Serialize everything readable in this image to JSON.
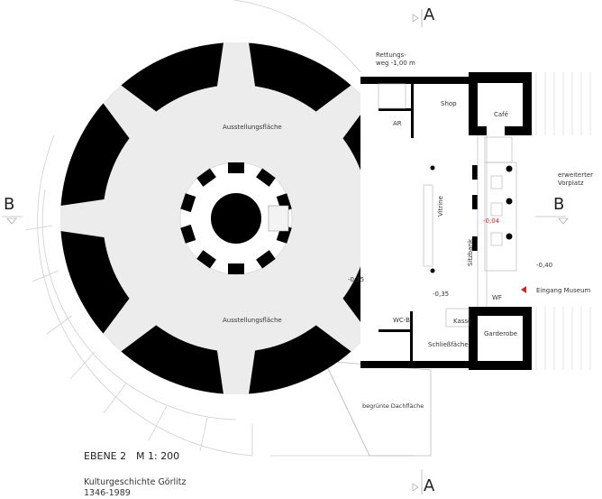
{
  "section_marks": {
    "a_top": "A",
    "a_bottom": "A",
    "b_left": "B",
    "b_right": "B"
  },
  "rooms": {
    "exhibition_top": "Ausstellungsfläche",
    "exhibition_bottom": "Ausstellungsfläche",
    "escape_route_1": "Rettungs-",
    "escape_route_2": "weg  -1,00 m",
    "shop": "Shop",
    "ar": "AR",
    "cafe": "Café",
    "forecourt_1": "erweiterter",
    "forecourt_2": "Vorplatz",
    "vitrine": "Vitrine",
    "bench": "Sitzbank",
    "wc": "WC-B",
    "cashier": "Kasse",
    "cloakroom": "Garderobe",
    "lockers": "Schließfächer",
    "wf": "WF",
    "entrance": "Eingang Museum",
    "green_roof": "begrünte Dachfläche"
  },
  "levels": {
    "l1": "-0,35",
    "l2": "-0,35",
    "l3": "-0,04",
    "l4": "-0,40"
  },
  "title": {
    "level": "EBENE 2",
    "scale": "M 1: 200",
    "project": "Kulturgeschichte  Görlitz",
    "years": "1346-1989"
  },
  "colors": {
    "wall": "#000000",
    "floor": "#ececec",
    "accent": "#d0261f"
  }
}
